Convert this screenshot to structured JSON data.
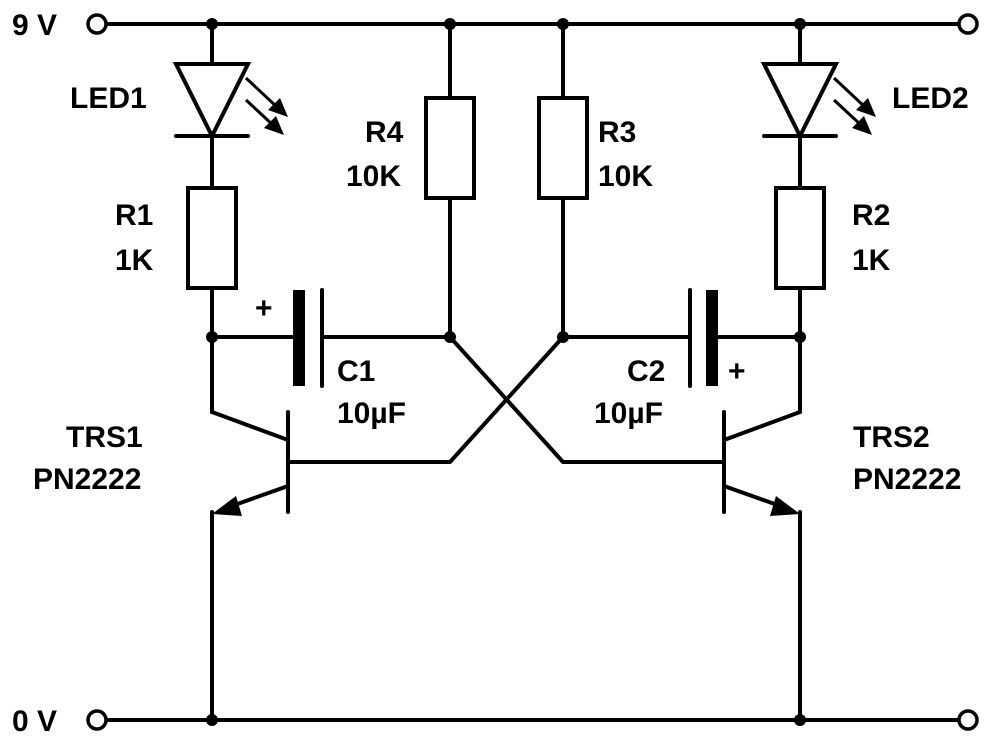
{
  "rails": {
    "supply": "9 V",
    "ground": "0 V"
  },
  "led1": {
    "ref": "LED1"
  },
  "led2": {
    "ref": "LED2"
  },
  "r1": {
    "ref": "R1",
    "value": "1K"
  },
  "r2": {
    "ref": "R2",
    "value": "1K"
  },
  "r3": {
    "ref": "R3",
    "value": "10K"
  },
  "r4": {
    "ref": "R4",
    "value": "10K"
  },
  "c1": {
    "ref": "C1",
    "value": "10µF",
    "polarity": "+"
  },
  "c2": {
    "ref": "C2",
    "value": "10µF",
    "polarity": "+"
  },
  "trs1": {
    "ref": "TRS1",
    "part": "PN2222"
  },
  "trs2": {
    "ref": "TRS2",
    "part": "PN2222"
  }
}
